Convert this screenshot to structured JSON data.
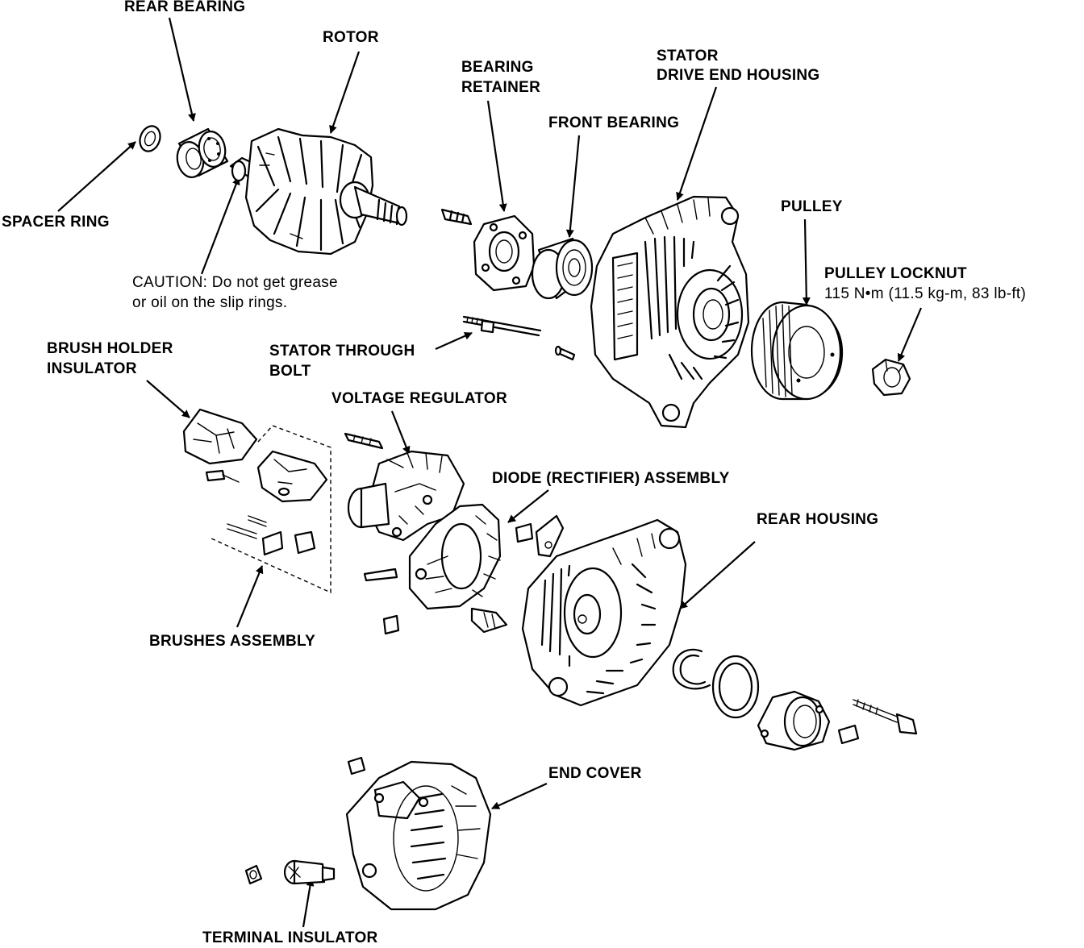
{
  "labels": {
    "rear_bearing": "REAR BEARING",
    "rotor": "ROTOR",
    "bearing_retainer_1": "BEARING",
    "bearing_retainer_2": "RETAINER",
    "stator_1": "STATOR",
    "stator_2": "DRIVE END HOUSING",
    "front_bearing": "FRONT BEARING",
    "spacer_ring": "SPACER RING",
    "pulley": "PULLEY",
    "pulley_locknut": "PULLEY LOCKNUT",
    "pulley_torque": "115 N•m (11.5 kg-m, 83 lb-ft)",
    "caution_1": "CAUTION: Do not get grease",
    "caution_2": "or oil on the slip rings.",
    "brush_holder_1": "BRUSH HOLDER",
    "brush_holder_2": "INSULATOR",
    "stator_bolt_1": "STATOR THROUGH",
    "stator_bolt_2": "BOLT",
    "voltage_regulator": "VOLTAGE REGULATOR",
    "diode_assembly": "DIODE (RECTIFIER) ASSEMBLY",
    "rear_housing": "REAR HOUSING",
    "brushes_assembly": "BRUSHES ASSEMBLY",
    "end_cover": "END COVER",
    "terminal_insulator": "TERMINAL INSULATOR"
  }
}
